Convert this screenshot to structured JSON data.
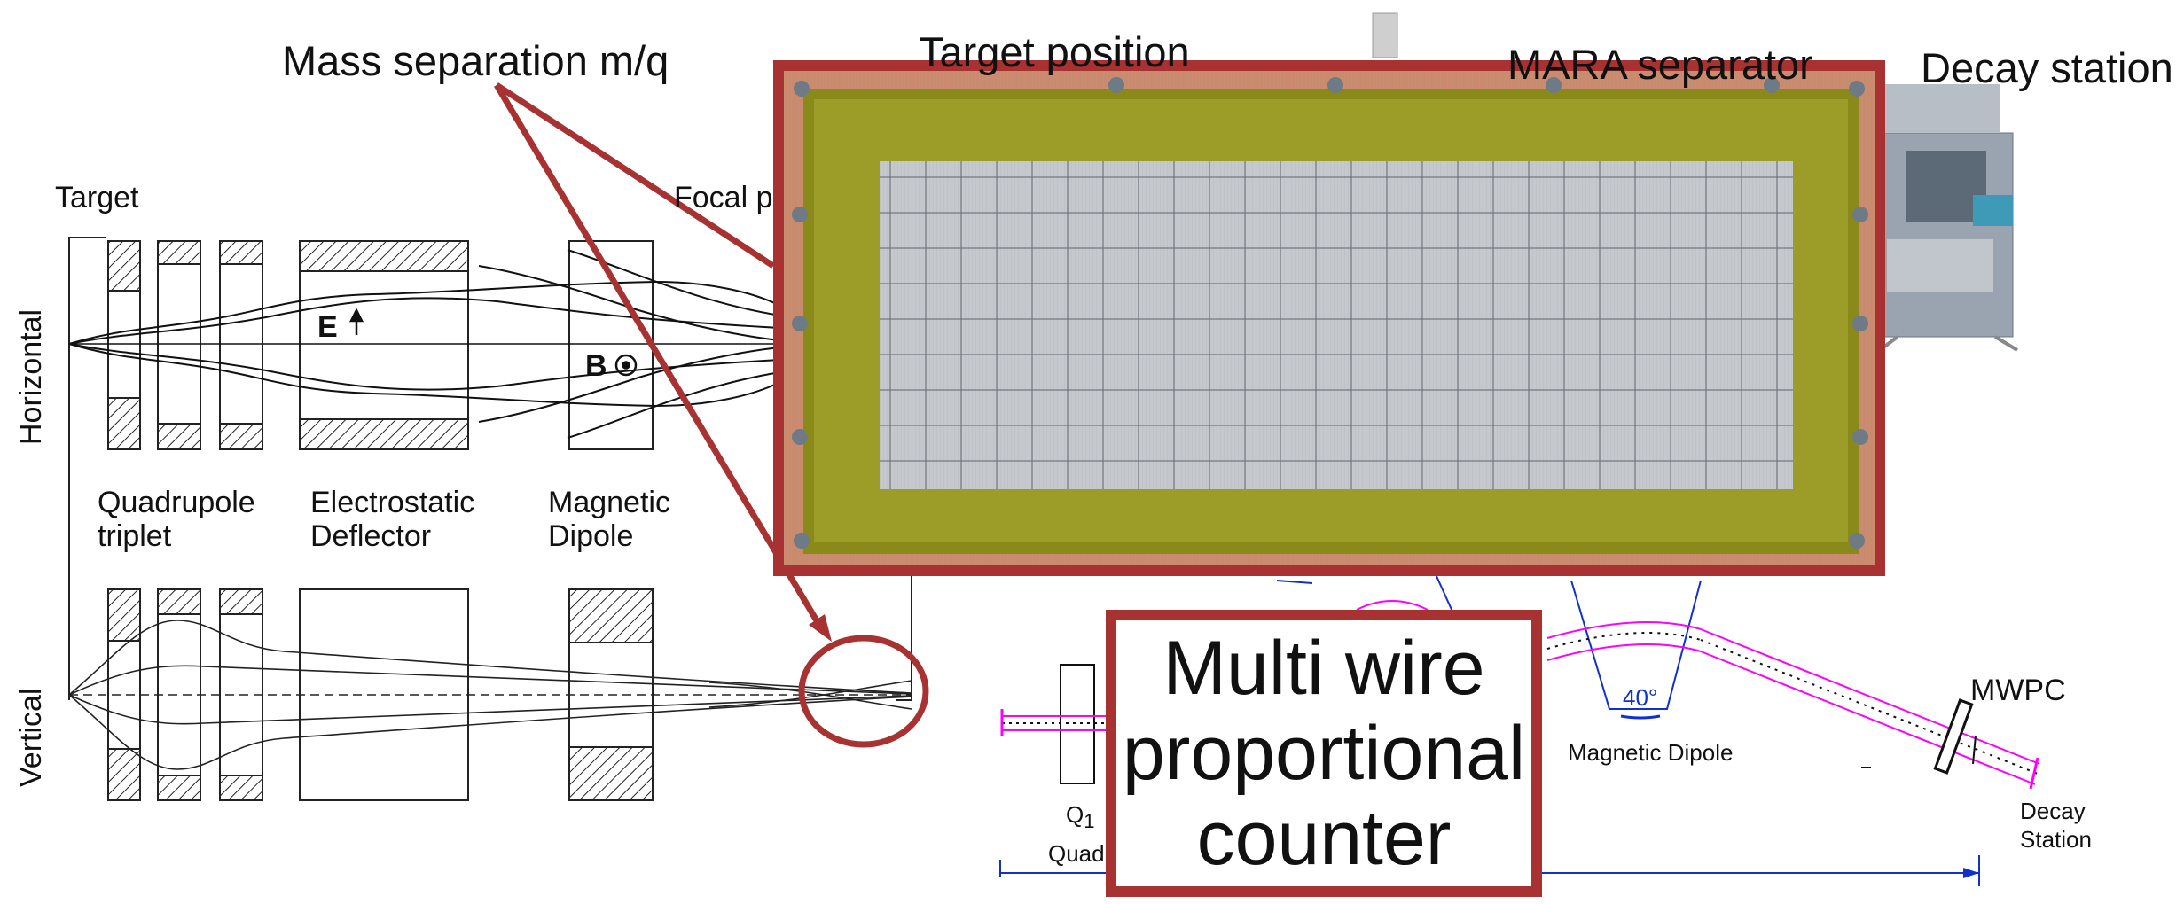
{
  "diagram": {
    "mass_separation": "Mass separation m/q",
    "target_position": "Target position",
    "mara_separator": "MARA separator",
    "decay_station_top": "Decay station",
    "target": "Target",
    "focal_plane": "Focal p",
    "horizontal": "Horizontal",
    "vertical": "Vertical",
    "e_field": "E",
    "b_field": "B",
    "quadrupole_line1": "Quadrupole",
    "quadrupole_line2": "triplet",
    "deflector_line1": "Electrostatic",
    "deflector_line2": "Deflector",
    "dipole_line1": "Magnetic",
    "dipole_line2": "Dipole",
    "magnetic_dipole_layout": "Magnetic Dipole",
    "angle": "40°",
    "mwpc": "MWPC",
    "decay_station_line1": "Decay",
    "decay_station_line2": "Station",
    "q1": "Q",
    "q1_sub": "1",
    "quad_partial": "Quad"
  },
  "callout": {
    "line1": "Multi wire",
    "line2": "proportional",
    "line3": "counter"
  },
  "colors": {
    "accent_red": "#a83232",
    "magenta": "#ff00ff",
    "blue": "#1030d0",
    "copper": "#c98a6e",
    "frame_olive": "#8a8a1a"
  }
}
